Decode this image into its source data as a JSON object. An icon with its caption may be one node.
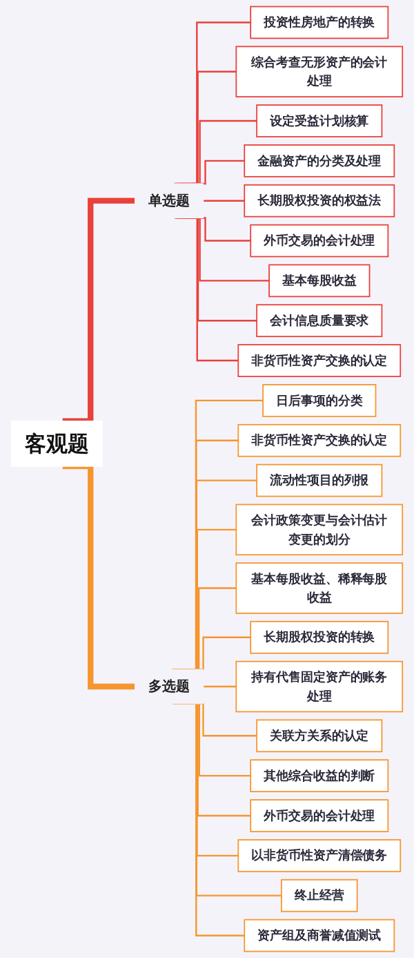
{
  "diagram": {
    "nodes": [
      {
        "text": [
          "客观题"
        ]
      },
      {
        "text": [
          "单选题"
        ]
      },
      {
        "text": [
          "投资性房地产的转换"
        ]
      },
      {
        "text": [
          "综合考查无形资产的会计处理"
        ]
      },
      {
        "text": [
          "设定受益计划核算"
        ]
      },
      {
        "text": [
          "金融资产的分类及处理"
        ]
      },
      {
        "text": [
          "长期股权投资的权益法"
        ]
      },
      {
        "text": [
          "外币交易的会计处理"
        ]
      },
      {
        "text": [
          "基本每股收益"
        ]
      },
      {
        "text": [
          "会计信息质量要求"
        ]
      },
      {
        "text": [
          "非货币性资产交换的认定"
        ]
      },
      {
        "text": [
          "多选题"
        ]
      },
      {
        "text": [
          "日后事项的分类"
        ]
      },
      {
        "text": [
          "非货币性资产交换的认定"
        ]
      },
      {
        "text": [
          "流动性项目的列报"
        ]
      },
      {
        "text": [
          "会计政策变更与会计估计变更的划分"
        ]
      },
      {
        "text": [
          "基本每股收益、稀释每股收益"
        ]
      },
      {
        "text": [
          "长期股权投资的转换"
        ]
      },
      {
        "text": [
          "持有代售固定资产的账务处理"
        ]
      },
      {
        "text": [
          "关联方关系的认定"
        ]
      },
      {
        "text": [
          "其他综合收益的判断"
        ]
      },
      {
        "text": [
          "外币交易的会计处理"
        ]
      },
      {
        "text": [
          "以非货币性资产清偿债务"
        ]
      },
      {
        "text": [
          "终止经营"
        ]
      },
      {
        "text": [
          "资产组及商誉减值测试"
        ]
      }
    ],
    "edges": [
      {
        "from": 0,
        "to": 1,
        "arrow": "none",
        "style": "thick",
        "color": "#e8413a"
      },
      {
        "from": 1,
        "to": 2,
        "arrow": "none",
        "color": "#e8413a"
      },
      {
        "from": 1,
        "to": 3,
        "arrow": "none",
        "color": "#e8413a"
      },
      {
        "from": 1,
        "to": 4,
        "arrow": "none",
        "color": "#e8413a"
      },
      {
        "from": 1,
        "to": 5,
        "arrow": "none",
        "color": "#e8413a"
      },
      {
        "from": 1,
        "to": 6,
        "arrow": "none",
        "color": "#e8413a"
      },
      {
        "from": 1,
        "to": 7,
        "arrow": "none",
        "color": "#e8413a"
      },
      {
        "from": 1,
        "to": 8,
        "arrow": "none",
        "color": "#e8413a"
      },
      {
        "from": 1,
        "to": 9,
        "arrow": "none",
        "color": "#e8413a"
      },
      {
        "from": 1,
        "to": 10,
        "arrow": "none",
        "color": "#e8413a"
      },
      {
        "from": 0,
        "to": 11,
        "arrow": "none",
        "style": "thick"
      },
      {
        "from": 11,
        "to": 12,
        "arrow": "none"
      },
      {
        "from": 11,
        "to": 13,
        "arrow": "none"
      },
      {
        "from": 11,
        "to": 14,
        "arrow": "none"
      },
      {
        "from": 11,
        "to": 15,
        "arrow": "none"
      },
      {
        "from": 11,
        "to": 16,
        "arrow": "none"
      },
      {
        "from": 11,
        "to": 17,
        "arrow": "none"
      },
      {
        "from": 11,
        "to": 18,
        "arrow": "none"
      },
      {
        "from": 11,
        "to": 19,
        "arrow": "none"
      },
      {
        "from": 11,
        "to": 20,
        "arrow": "none"
      },
      {
        "from": 11,
        "to": 21,
        "arrow": "none"
      },
      {
        "from": 11,
        "to": 22,
        "arrow": "none"
      },
      {
        "from": 11,
        "to": 23,
        "arrow": "none"
      },
      {
        "from": 11,
        "to": 24,
        "arrow": "none"
      }
    ]
  }
}
